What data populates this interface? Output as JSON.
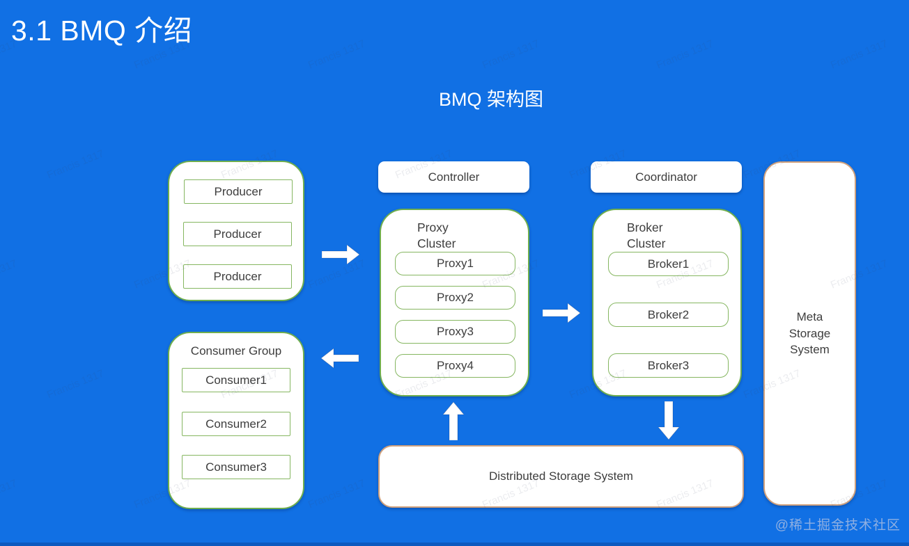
{
  "page": {
    "title": "3.1 BMQ 介绍",
    "diagram_title": "BMQ 架构图",
    "watermark": "Francis 1317",
    "credit": "@稀土掘金技术社区"
  },
  "colors": {
    "background": "#1170e4",
    "box_border_green": "#6fae4e",
    "box_border_tan": "#d0a17d",
    "box_text": "#3d3d3d",
    "title_text": "#ffffff"
  },
  "diagram": {
    "producers": [
      "Producer",
      "Producer",
      "Producer"
    ],
    "consumer_group": {
      "label": "Consumer Group",
      "items": [
        "Consumer1",
        "Consumer2",
        "Consumer3"
      ]
    },
    "controller": "Controller",
    "proxy_cluster": {
      "label": "Proxy Cluster",
      "items": [
        "Proxy1",
        "Proxy2",
        "Proxy3",
        "Proxy4"
      ]
    },
    "coordinator": "Coordinator",
    "broker_cluster": {
      "label": "Broker Cluster",
      "items": [
        "Broker1",
        "Broker2",
        "Broker3"
      ]
    },
    "meta_storage": "Meta Storage System",
    "distributed_storage": "Distributed Storage System"
  }
}
